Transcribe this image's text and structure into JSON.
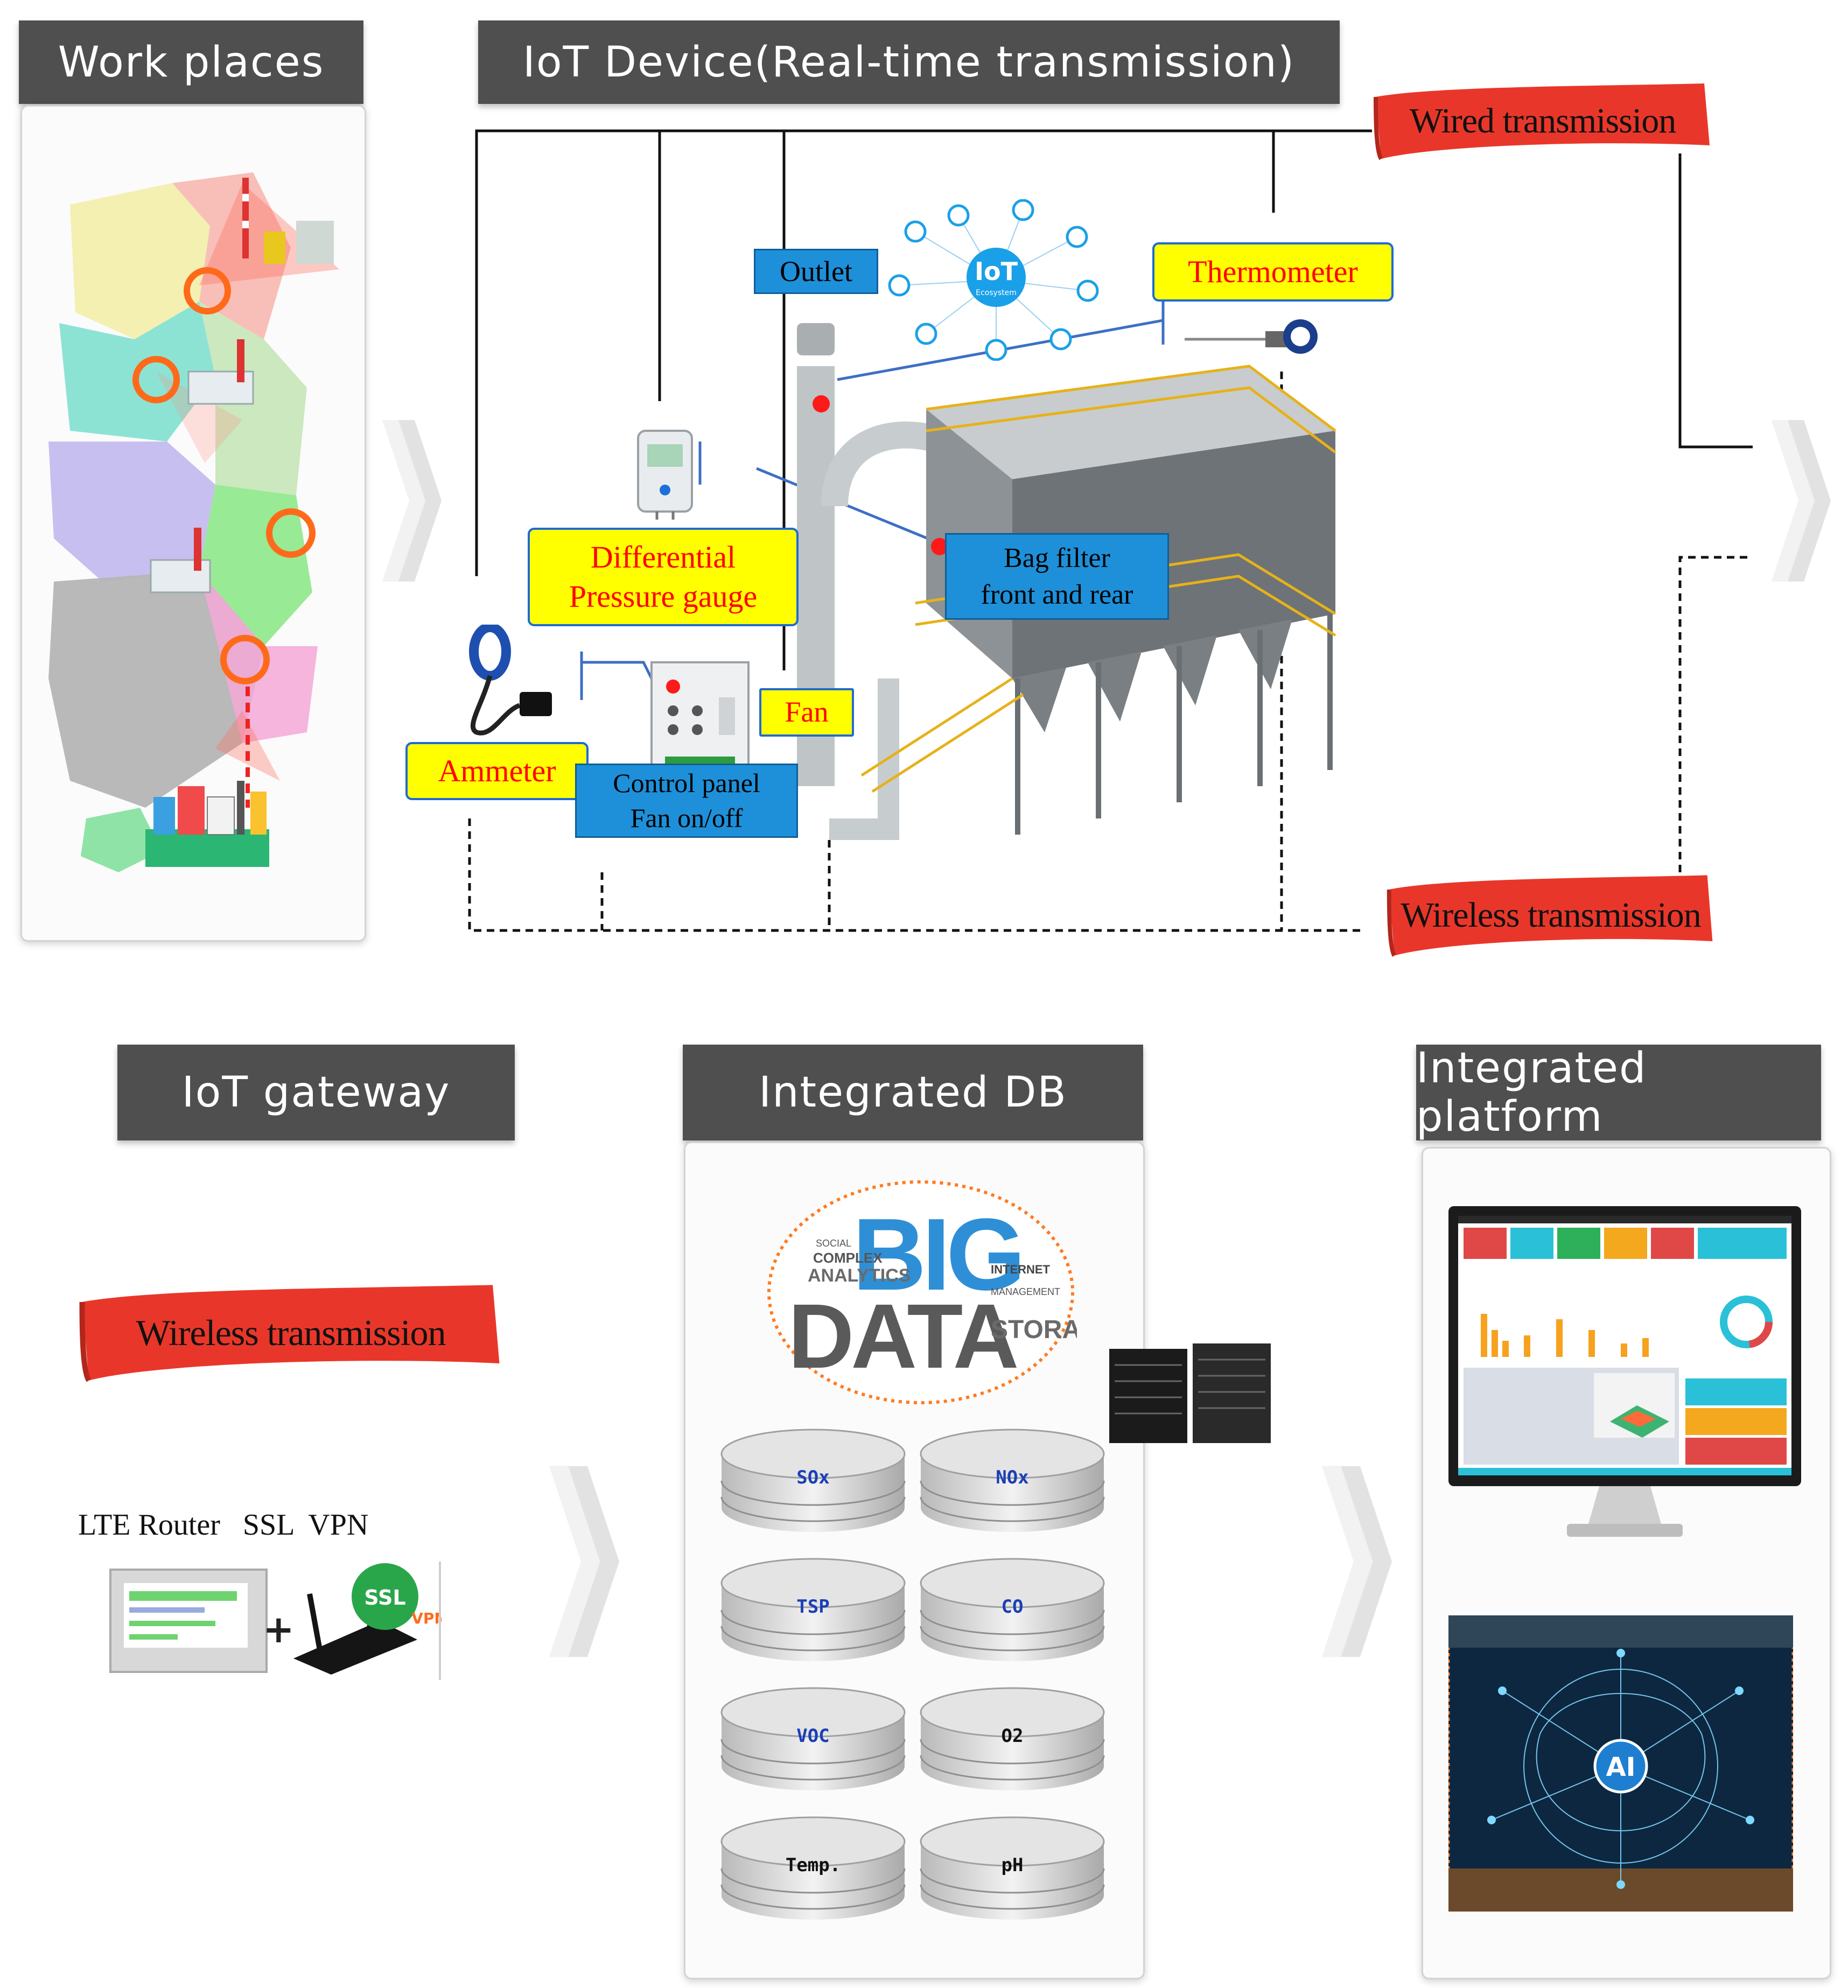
{
  "headers": {
    "work_places": "Work places",
    "iot_device": "IoT Device(Real-time transmission)",
    "iot_gateway": "IoT gateway",
    "integrated_db": "Integrated DB",
    "integrated_platform": "Integrated platform"
  },
  "transmission": {
    "wired": "Wired transmission",
    "wireless_top": "Wireless transmission",
    "wireless_gateway": "Wireless transmission"
  },
  "devices": {
    "outlet": "Outlet",
    "thermometer": "Thermometer",
    "diff_pressure_line1": "Differential",
    "diff_pressure_line2": "Pressure gauge",
    "bag_filter_line1": "Bag filter",
    "bag_filter_line2": "front and rear",
    "fan": "Fan",
    "ammeter": "Ammeter",
    "control_panel_line1": "Control panel",
    "control_panel_line2": "Fan on/off",
    "iot_cloud_line1": "IoT",
    "iot_cloud_line2": "Ecosystem"
  },
  "gateway": {
    "caption": "LTE Router   SSL  VPN",
    "ssl_badge": "SSL",
    "vpn_badge": "VPN"
  },
  "big_data": {
    "big": "BIG",
    "data": "DATA",
    "analytics": "ANALYTICS",
    "storage": "STORAGE",
    "internet": "INTERNET",
    "complex": "COMPLEX",
    "social": "SOCIAL",
    "management": "MANAGEMENT"
  },
  "databases": [
    "SOx",
    "NOx",
    "TSP",
    "CO",
    "VOC",
    "O2",
    "Temp.",
    "pH"
  ],
  "platform": {
    "ai_label": "AI"
  },
  "colors": {
    "header_bg": "#4f4f4f",
    "ribbon_red": "#e8372a",
    "label_yellow": "#ffff00",
    "label_blue": "#1e90d9",
    "label_text_red": "#ff0000"
  }
}
